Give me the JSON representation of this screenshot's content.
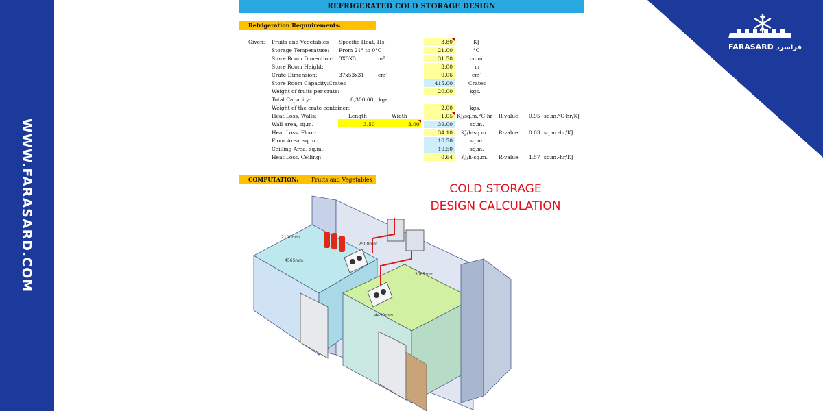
{
  "side_text": "WWW.FARASARD.COM",
  "logo": {
    "brand": "FARASARD",
    "persian": "فراسرد"
  },
  "header": "REFRIGERATED COLD STORAGE DESIGN",
  "requirements_label": "Refrigeration Requuirements:",
  "given_label": "Given:",
  "rows": [
    {
      "label": "Fruits and Vegetables",
      "desc": "Specific Heat, Hs:",
      "value": "3.80",
      "unit": "KJ"
    },
    {
      "label": "Storage Temperature:",
      "desc": "From 21° to 0°C",
      "value": "21.00",
      "unit": "°C"
    },
    {
      "label": "Store Room Dimention:",
      "desc": "3X3X3",
      "desc_unit": "m³",
      "value": "31.50",
      "unit": "cu.m."
    },
    {
      "label": "Store Room Height:",
      "value": "3.00",
      "unit": "m"
    },
    {
      "label": "Crate Dimension:",
      "desc": "37x53x31",
      "desc_unit": "cm³",
      "value": "0.06",
      "unit": "cm³"
    },
    {
      "label": "Store Room Capacity:Crates",
      "value": "415.00",
      "unit": "Crates"
    },
    {
      "label": "Weight of fruits per crate:",
      "value": "20.00",
      "unit": "kgs."
    },
    {
      "label": "Total Capacity:",
      "desc": "8,300.00",
      "desc_unit": "kgs."
    },
    {
      "label": "Weight of the crate container:",
      "value": "2.00",
      "unit": "kgs."
    },
    {
      "label": "Heat Loss, Walls:",
      "col1": "Length",
      "col2": "Width",
      "value": "1.05",
      "unit": "KJ/sq.m.°C-hr",
      "rlabel": "R-value",
      "rval": "0.95",
      "runit": "sq.m.°C-hr/KJ"
    },
    {
      "label": "Wall area, sq.m.",
      "col1": "3.50",
      "col2": "3.00",
      "value": "39.00",
      "unit": "sq.m."
    },
    {
      "label": "Heat Loss, Floor:",
      "value": "34.10",
      "unit": "KJ/h-sq.m.",
      "rlabel": "R-value",
      "rval": "0.03",
      "runit": "sq.m.-hr/KJ"
    },
    {
      "label": "Floor Area, sq.m.:",
      "value": "10.50",
      "unit": "sq.m."
    },
    {
      "label": "Ceilling Area, sq.m.:",
      "value": "10.50",
      "unit": "sq.m."
    },
    {
      "label": "Heat Loss, Ceiling:",
      "value": "0.64",
      "unit": "KJ/h-sq.m.",
      "rlabel": "R-value",
      "rval": "1.57",
      "runit": "sq.m.-hr/KJ"
    }
  ],
  "computation_label": "COMPUTATION:",
  "computation_value": "Fruits and Vegetables",
  "headline": [
    "COLD STORAGE",
    "DESIGN CALCULATION"
  ],
  "drawing": {
    "dims": [
      "2100mm",
      "4565mm",
      "2500mm",
      "3065mm",
      "4450mm"
    ]
  }
}
